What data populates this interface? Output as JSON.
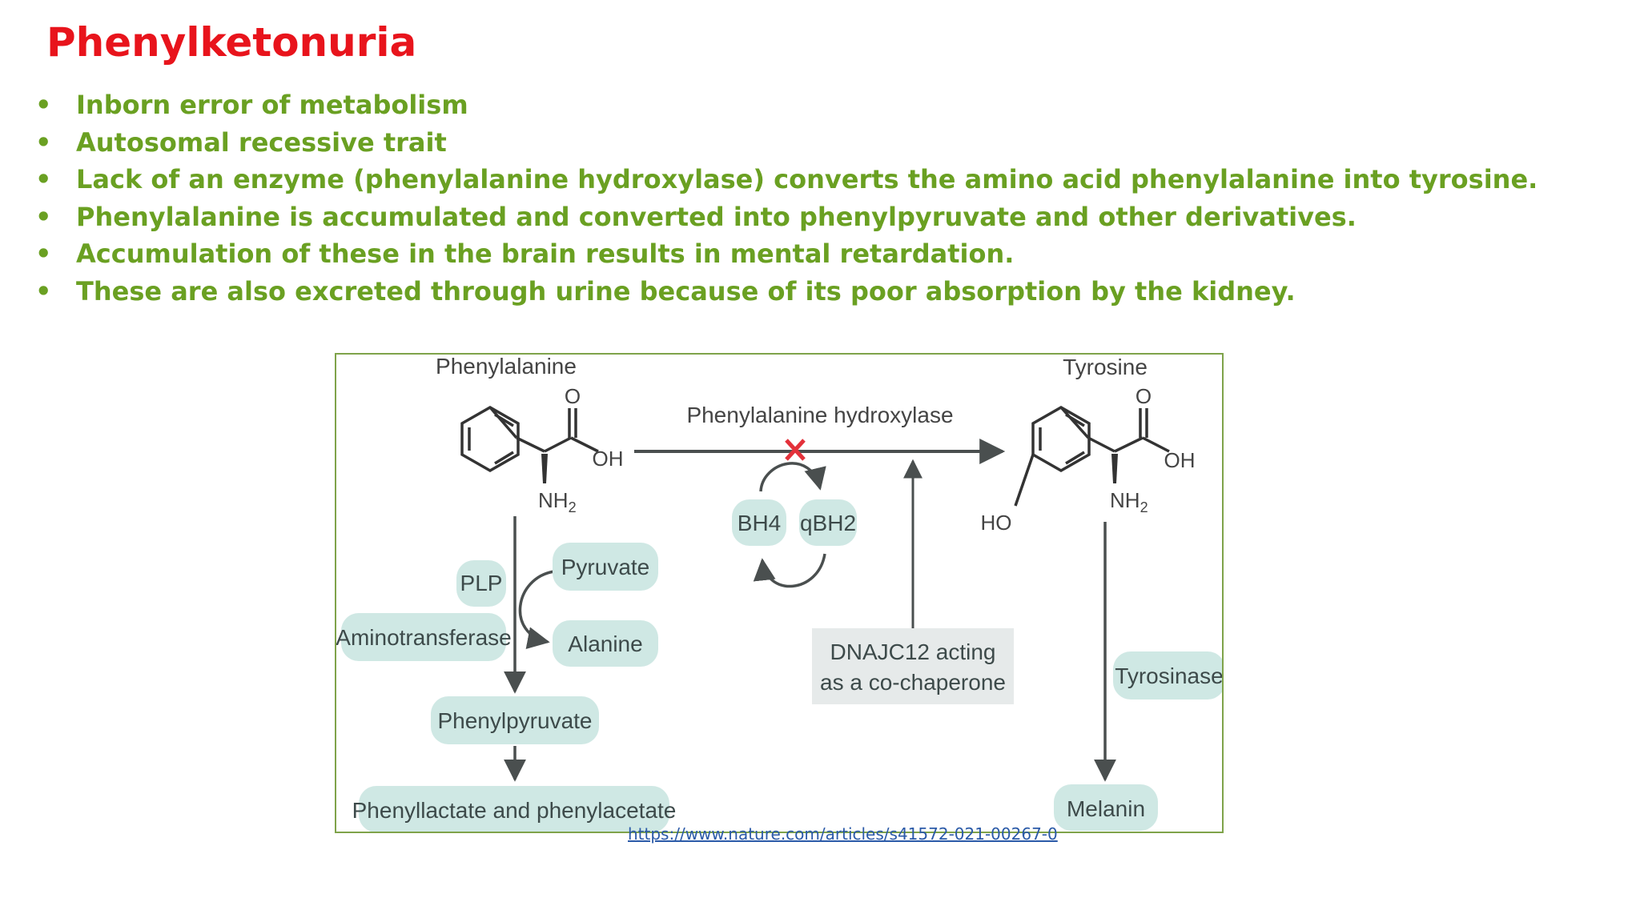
{
  "slide": {
    "title": "Phenylketonuria",
    "bullet_symbol": "•",
    "bullets": [
      "Inborn error of metabolism",
      "Autosomal recessive trait",
      "Lack of an enzyme (phenylalanine hydroxylase) converts the amino acid phenylalanine into tyrosine.",
      "Phenylalanine is accumulated and converted into phenylpyruvate and other derivatives.",
      "Accumulation of these in the brain results in mental retardation.",
      "These are also excreted through urine because of its poor absorption by the kidney."
    ],
    "source_link": "https://www.nature.com/articles/s41572-021-00267-0"
  },
  "diagram": {
    "phenylalanine": "Phenylalanine",
    "tyrosine": "Tyrosine",
    "enzyme": "Phenylalanine hydroxylase",
    "oxygen": "O",
    "hydroxyl": "OH",
    "amine": "NH",
    "amine_sub": "2",
    "ho": "HO",
    "bh4": "BH4",
    "qbh2": "qBH2",
    "plp": "PLP",
    "pyruvate": "Pyruvate",
    "aminotransferase": "Aminotransferase",
    "alanine": "Alanine",
    "phenylpyruvate": "Phenylpyruvate",
    "products": "Phenyllactate and phenylacetate",
    "chaperone_line1": "DNAJC12 acting",
    "chaperone_line2": "as a co-chaperone",
    "tyrosinase": "Tyrosinase",
    "melanin": "Melanin",
    "colors": {
      "pill": "#cfe8e4",
      "box": "#e6eaea",
      "arrow": "#4a4f4f",
      "block": "#e3313a"
    }
  }
}
